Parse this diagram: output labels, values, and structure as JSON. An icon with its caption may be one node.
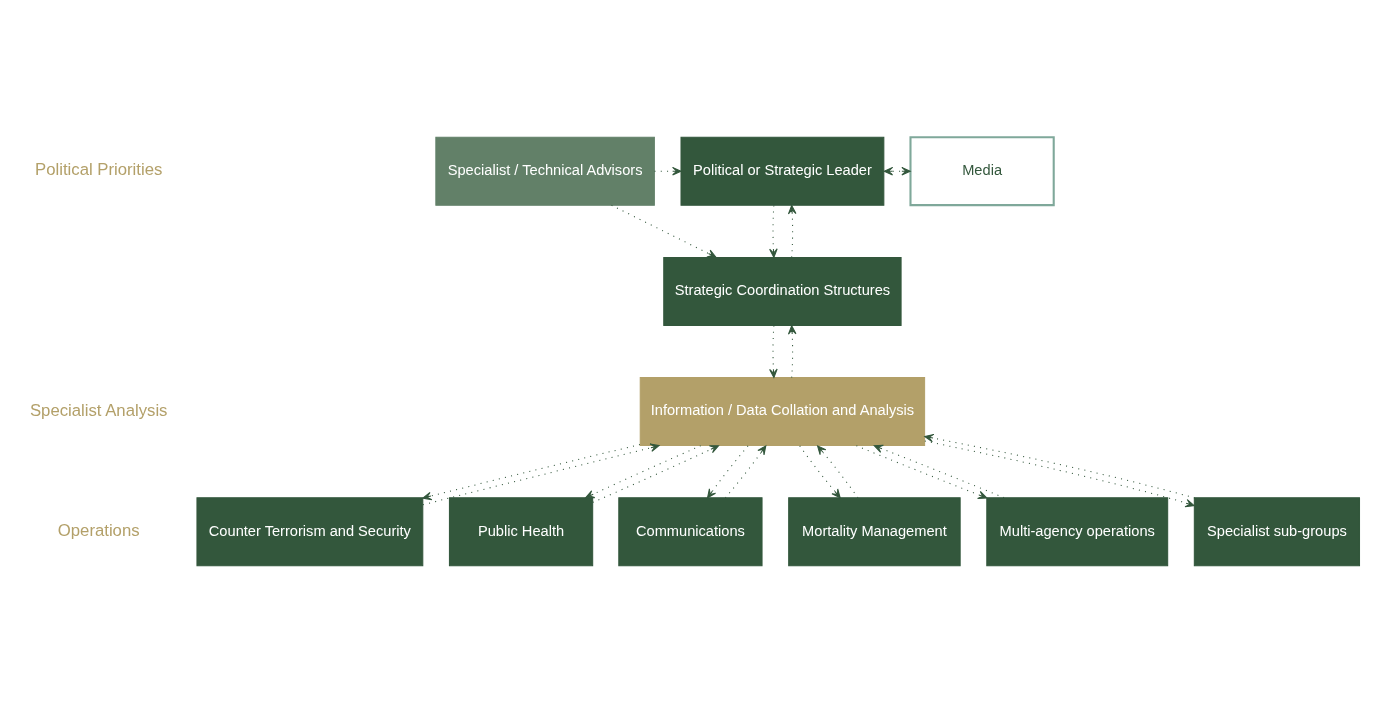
{
  "diagram": {
    "nodes": [
      {
        "text": [
          "Specialist / Technical Advisors"
        ]
      },
      {
        "text": [
          "Political or Strategic Leader"
        ]
      },
      {
        "text": [
          "Media"
        ]
      },
      {
        "text": [
          "Strategic Coordination Structures"
        ]
      },
      {
        "text": [
          "Information / Data Collation and Analysis"
        ]
      },
      {
        "text": [
          "Counter Terrorism and Security"
        ]
      },
      {
        "text": [
          "Public Health"
        ]
      },
      {
        "text": [
          "Communications"
        ]
      },
      {
        "text": [
          "Mortality Management"
        ]
      },
      {
        "text": [
          "Multi-agency operations"
        ]
      },
      {
        "text": [
          "Specialist sub-groups"
        ]
      }
    ],
    "edges": [
      {
        "from": 0,
        "to": 1,
        "arrow": "to",
        "style": "dashed"
      },
      {
        "from": 1,
        "to": 2,
        "arrow": "both",
        "style": "dashed"
      },
      {
        "from": 0,
        "to": 3,
        "arrow": "to",
        "style": "dashed"
      },
      {
        "from": 1,
        "to": 3,
        "arrow": "to",
        "style": "dashed"
      },
      {
        "from": 3,
        "to": 1,
        "arrow": "to",
        "style": "dashed"
      },
      {
        "from": 3,
        "to": 4,
        "arrow": "to",
        "style": "dashed"
      },
      {
        "from": 4,
        "to": 3,
        "arrow": "to",
        "style": "dashed"
      },
      {
        "from": 4,
        "to": 5,
        "arrow": "to",
        "style": "dashed"
      },
      {
        "from": 4,
        "to": 6,
        "arrow": "to",
        "style": "dashed"
      },
      {
        "from": 4,
        "to": 7,
        "arrow": "to",
        "style": "dashed"
      },
      {
        "from": 4,
        "to": 8,
        "arrow": "to",
        "style": "dashed"
      },
      {
        "from": 4,
        "to": 9,
        "arrow": "to",
        "style": "dashed"
      },
      {
        "from": 4,
        "to": 10,
        "arrow": "to",
        "style": "dashed"
      },
      {
        "from": 5,
        "to": 4,
        "arrow": "to",
        "style": "dashed"
      },
      {
        "from": 6,
        "to": 4,
        "arrow": "to",
        "style": "dashed"
      },
      {
        "from": 7,
        "to": 4,
        "arrow": "to",
        "style": "dashed"
      },
      {
        "from": 8,
        "to": 4,
        "arrow": "to",
        "style": "dashed"
      },
      {
        "from": 9,
        "to": 4,
        "arrow": "to",
        "style": "dashed"
      },
      {
        "from": 10,
        "to": 4,
        "arrow": "to",
        "style": "dashed"
      }
    ],
    "labels": [
      "Political Priorities",
      "Specialist Analysis",
      "Operations"
    ]
  }
}
